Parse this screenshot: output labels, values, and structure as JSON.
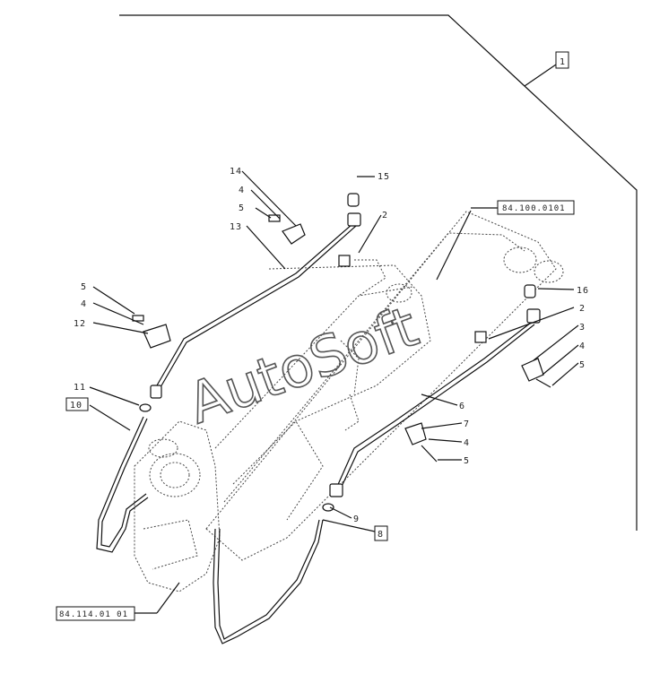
{
  "watermark": "AutoSoft",
  "references": {
    "frame_box": "1",
    "boom_ref": "84.100.0101",
    "tractor_ref": "84.114.01 01",
    "hose_box_left": "10",
    "hose_box_right": "8"
  },
  "callouts": {
    "c14": "14",
    "c4a": "4",
    "c5a": "5",
    "c13": "13",
    "c15": "15",
    "c2a": "2",
    "c5b": "5",
    "c4b": "4",
    "c12": "12",
    "c11": "11",
    "c16": "16",
    "c2b": "2",
    "c3": "3",
    "c4c": "4",
    "c5c": "5",
    "c6": "6",
    "c7": "7",
    "c4d": "4",
    "c5d": "5",
    "c9": "9"
  }
}
